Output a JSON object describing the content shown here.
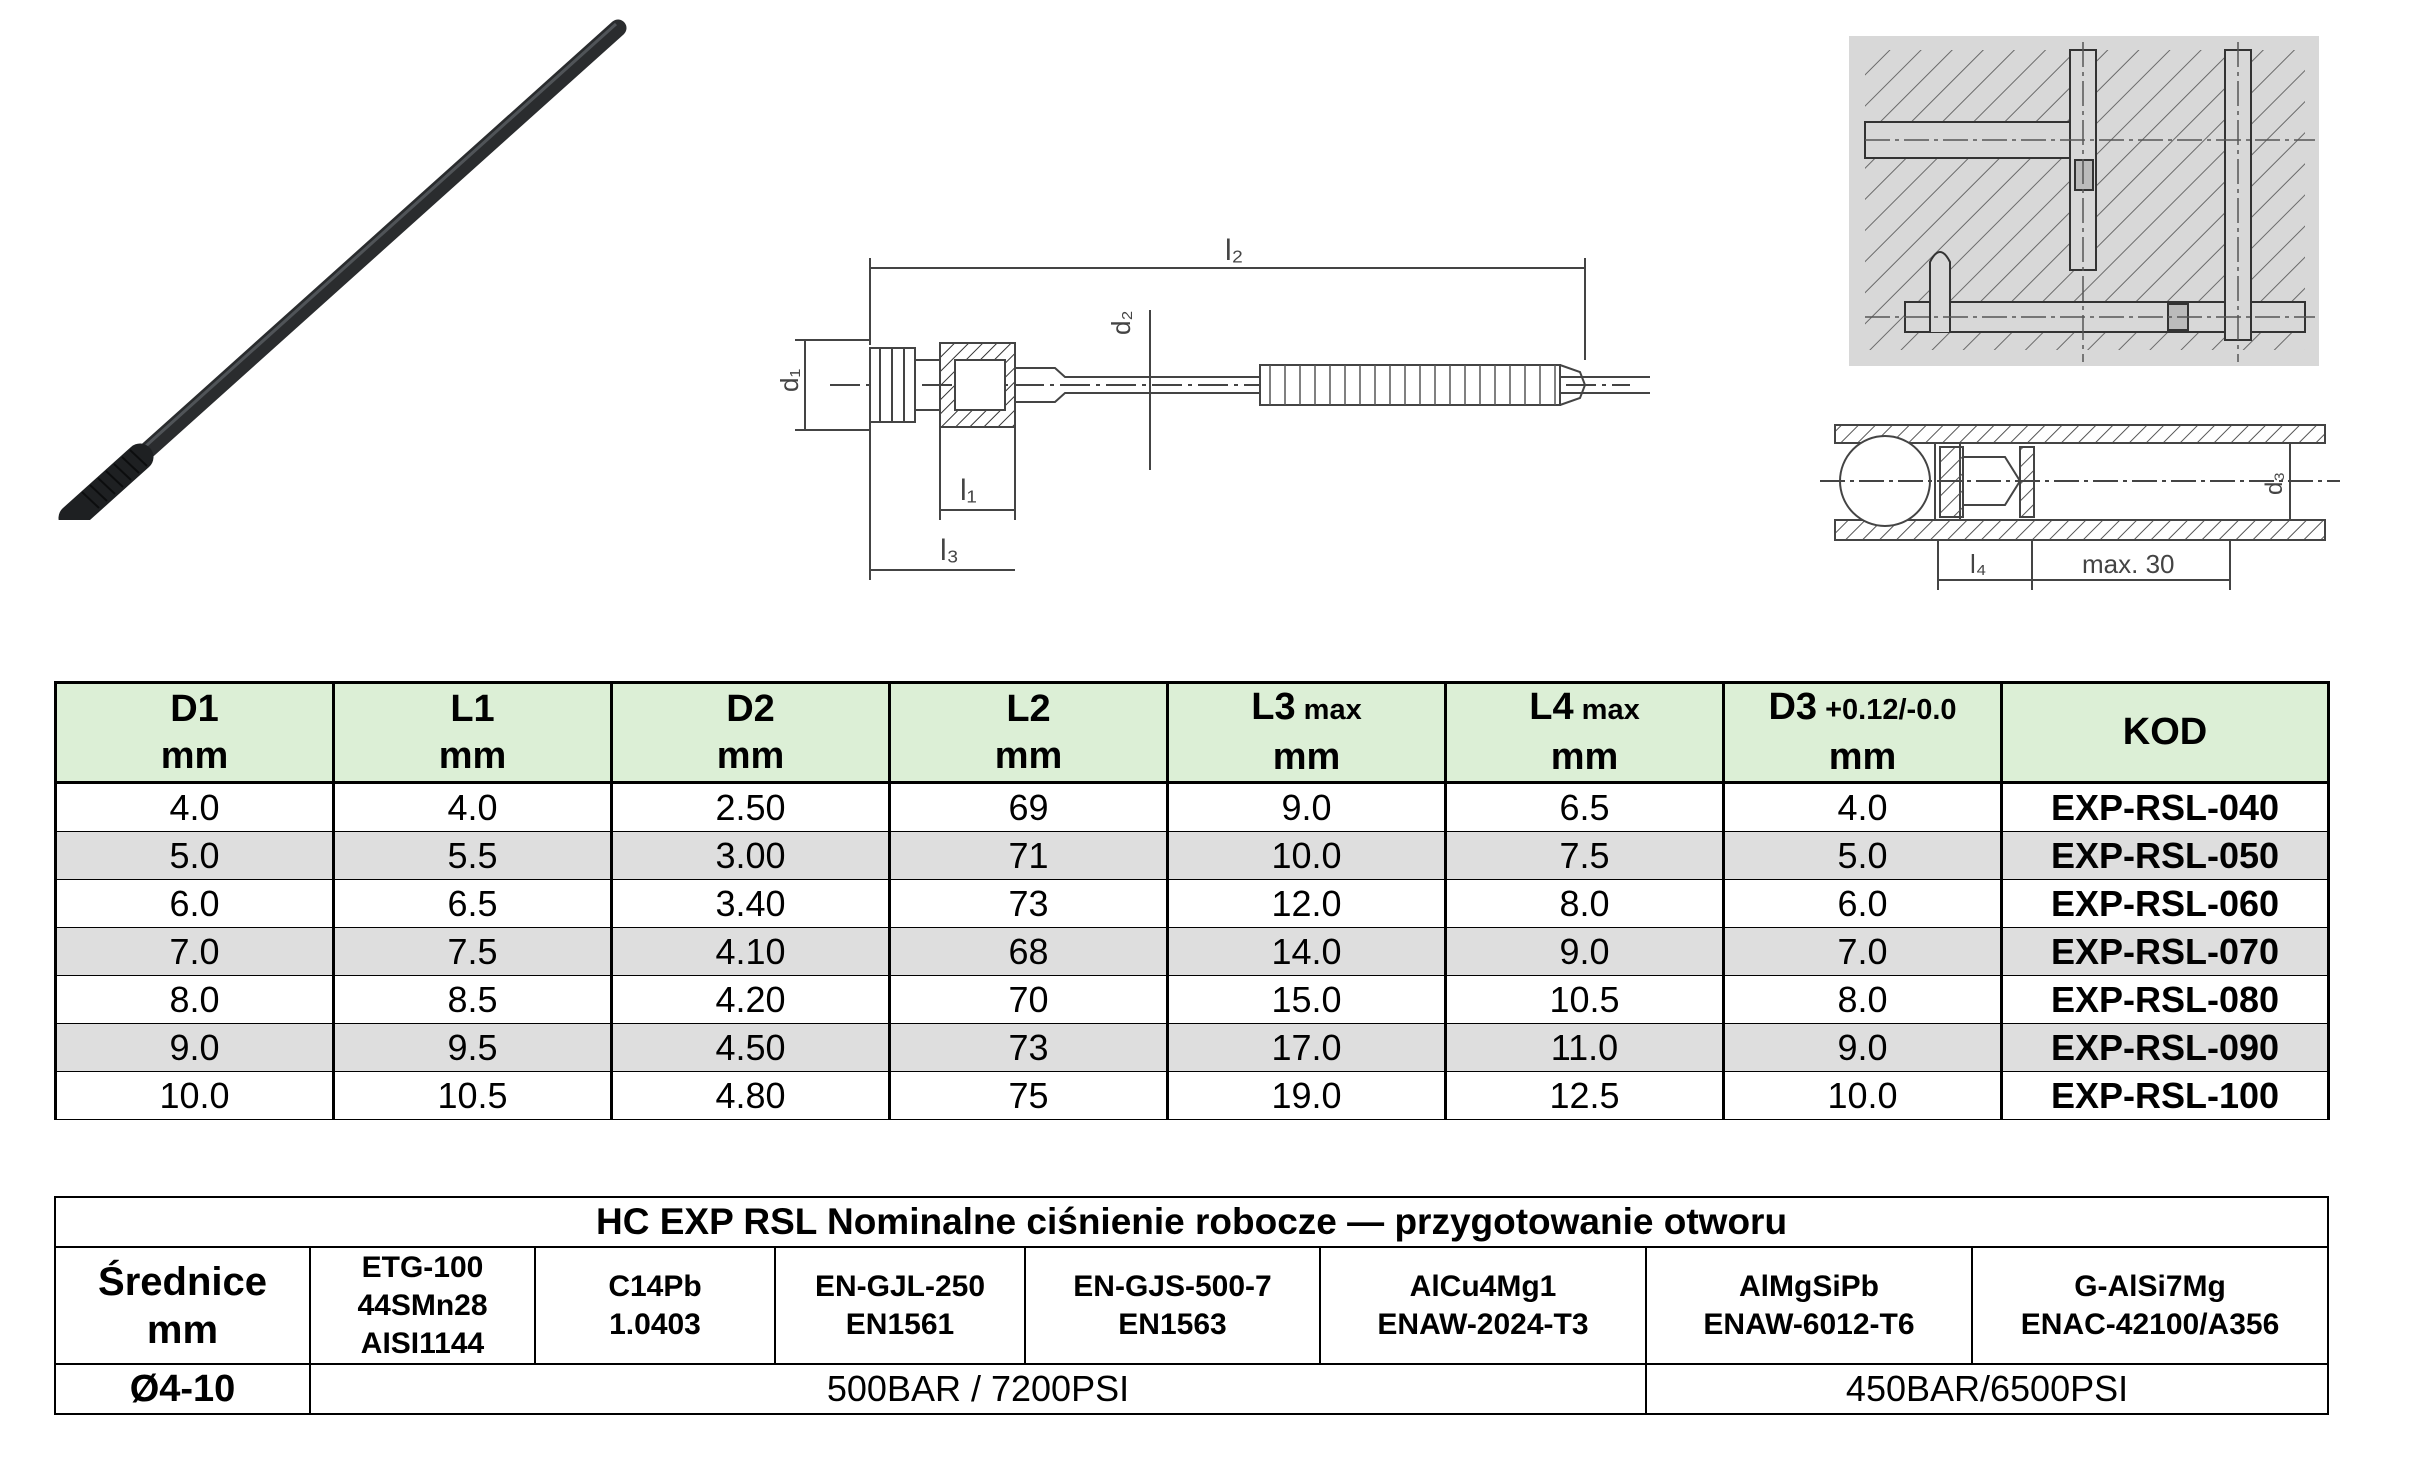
{
  "drawing_labels": {
    "l2": "l₂",
    "d2": "d₂",
    "d1": "d₁",
    "l1": "l₁",
    "l3": "l₃",
    "d3": "d₃",
    "l4": "l₄",
    "max30": "max. 30"
  },
  "spec_table": {
    "headers": [
      {
        "main": "D1",
        "sub": "",
        "unit": "mm"
      },
      {
        "main": "L1",
        "sub": "",
        "unit": "mm"
      },
      {
        "main": "D2",
        "sub": "",
        "unit": "mm"
      },
      {
        "main": "L2",
        "sub": "",
        "unit": "mm"
      },
      {
        "main": "L3",
        "sub": " max",
        "unit": "mm"
      },
      {
        "main": "L4",
        "sub": " max",
        "unit": "mm"
      },
      {
        "main": "D3",
        "sub": " +0.12/-0.0",
        "unit": "mm"
      },
      {
        "main": "KOD",
        "sub": "",
        "unit": ""
      }
    ],
    "rows": [
      [
        "4.0",
        "4.0",
        "2.50",
        "69",
        "9.0",
        "6.5",
        "4.0",
        "EXP-RSL-040"
      ],
      [
        "5.0",
        "5.5",
        "3.00",
        "71",
        "10.0",
        "7.5",
        "5.0",
        "EXP-RSL-050"
      ],
      [
        "6.0",
        "6.5",
        "3.40",
        "73",
        "12.0",
        "8.0",
        "6.0",
        "EXP-RSL-060"
      ],
      [
        "7.0",
        "7.5",
        "4.10",
        "68",
        "14.0",
        "9.0",
        "7.0",
        "EXP-RSL-070"
      ],
      [
        "8.0",
        "8.5",
        "4.20",
        "70",
        "15.0",
        "10.5",
        "8.0",
        "EXP-RSL-080"
      ],
      [
        "9.0",
        "9.5",
        "4.50",
        "73",
        "17.0",
        "11.0",
        "9.0",
        "EXP-RSL-090"
      ],
      [
        "10.0",
        "10.5",
        "4.80",
        "75",
        "19.0",
        "12.5",
        "10.0",
        "EXP-RSL-100"
      ]
    ]
  },
  "pressure_table": {
    "title": "HC EXP RSL Nominalne ciśnienie robocze — przygotowanie otworu",
    "col0": {
      "line1": "Średnice",
      "line2": "mm"
    },
    "materials": [
      {
        "l1": "ETG-100",
        "l2": "44SMn28",
        "l3": "AISI1144"
      },
      {
        "l1": "C14Pb",
        "l2": "1.0403",
        "l3": ""
      },
      {
        "l1": "EN-GJL-250",
        "l2": "EN1561",
        "l3": ""
      },
      {
        "l1": "EN-GJS-500-7",
        "l2": "EN1563",
        "l3": ""
      },
      {
        "l1": "AlCu4Mg1",
        "l2": "ENAW-2024-T3",
        "l3": ""
      },
      {
        "l1": "AlMgSiPb",
        "l2": "ENAW-6012-T6",
        "l3": ""
      },
      {
        "l1": "G-AlSi7Mg",
        "l2": "ENAC-42100/A356",
        "l3": ""
      }
    ],
    "row": {
      "diameter": "Ø4-10",
      "pressure_a": "500BAR / 7200PSI",
      "pressure_b": "450BAR/6500PSI"
    }
  }
}
